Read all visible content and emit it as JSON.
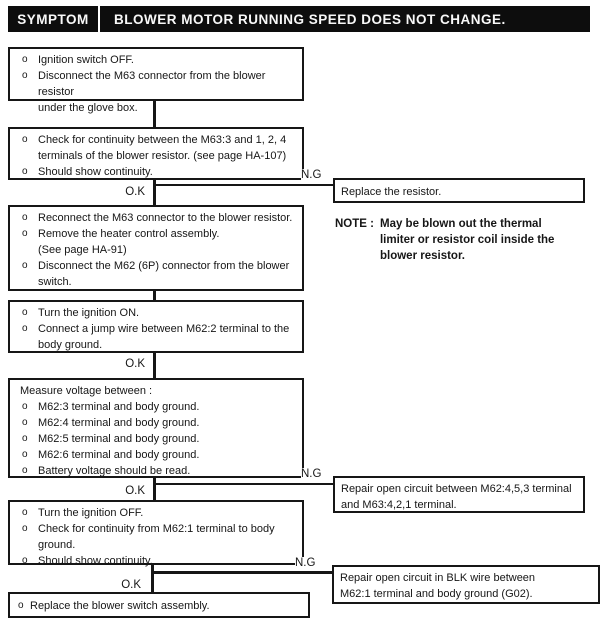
{
  "colors": {
    "header_bg": "#0d0d0d",
    "ink": "#161616"
  },
  "header": {
    "symptom_label": "SYMPTOM",
    "title": "BLOWER MOTOR RUNNING SPEED DOES NOT CHANGE."
  },
  "labels": {
    "ok": "O.K",
    "ng": "N.G",
    "bullet": "o"
  },
  "steps": {
    "step1": {
      "items": [
        "Ignition switch OFF.",
        "Disconnect the M63 connector from the blower resistor\nunder the glove box."
      ]
    },
    "step2": {
      "items": [
        "Check for continuity between the M63:3 and 1, 2, 4\nterminals of the blower resistor. (see page HA-107)",
        "Should show continuity."
      ]
    },
    "step3": {
      "items": [
        "Reconnect the M63 connector to the blower resistor.",
        "Remove the heater control assembly.\n(See page HA-91)",
        "Disconnect the M62 (6P) connector from the blower\nswitch."
      ]
    },
    "step4": {
      "items": [
        "Turn the ignition ON.",
        "Connect a jump wire between M62:2 terminal to the\nbody ground."
      ]
    },
    "step5": {
      "heading": "Measure voltage between :",
      "items": [
        "M62:3 terminal and body ground.",
        "M62:4 terminal and body ground.",
        "M62:5 terminal and body ground.",
        "M62:6 terminal and body ground.",
        "Battery voltage should be read."
      ]
    },
    "step6": {
      "items": [
        "Turn the ignition OFF.",
        "Check for continuity from M62:1 terminal to body\nground.",
        "Should show continuity."
      ]
    },
    "step7": {
      "items": [
        "Replace the blower switch assembly."
      ]
    }
  },
  "results": {
    "ng1": "Replace the resistor.",
    "ng2": "Repair open circuit between M62:4,5,3 terminal\nand M63:4,2,1 terminal.",
    "ng3": "Repair open circuit in BLK wire between\nM62:1 terminal and body ground (G02)."
  },
  "note": {
    "label": "NOTE :",
    "text": "May be blown out the thermal\nlimiter or resistor coil inside the\nblower resistor."
  }
}
